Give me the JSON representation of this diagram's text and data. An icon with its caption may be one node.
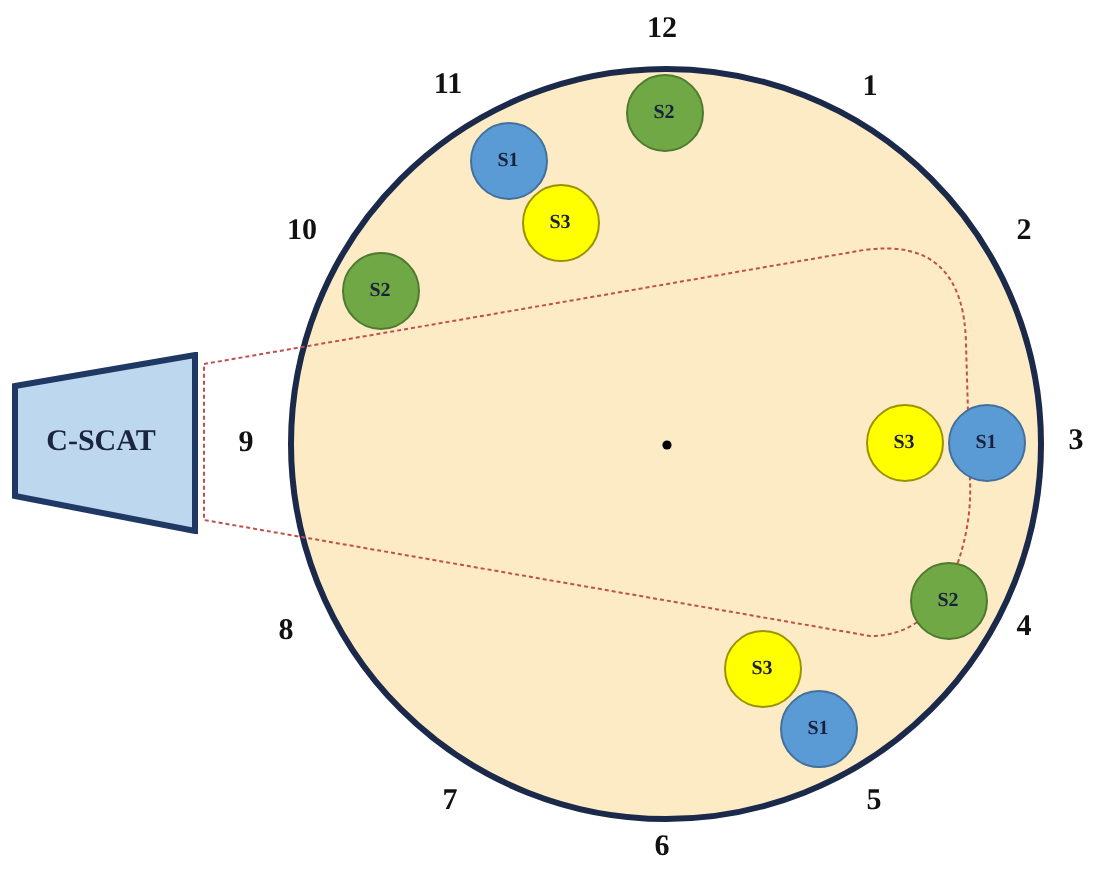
{
  "diagram": {
    "nodes": [
      {
        "text": [],
        "shape": "circle"
      },
      {
        "text": [
          "S2"
        ],
        "in": 0
      },
      {
        "text": [
          "S1"
        ],
        "in": 0
      },
      {
        "text": [
          "S3"
        ],
        "in": 0
      },
      {
        "text": [
          "S2"
        ],
        "in": 0
      },
      {
        "text": [
          "C-SCAT"
        ]
      },
      {
        "text": [
          "S3"
        ],
        "in": 0
      },
      {
        "text": [
          "S1"
        ],
        "in": 0
      },
      {
        "text": [
          "S2"
        ],
        "in": 0
      },
      {
        "text": [
          "S3"
        ],
        "in": 0
      },
      {
        "text": [
          "S1"
        ],
        "in": 0
      }
    ],
    "labels": [
      "12",
      "11",
      "1",
      "10",
      "2",
      "9",
      "3",
      "8",
      "4",
      "7",
      "5",
      "6"
    ]
  }
}
